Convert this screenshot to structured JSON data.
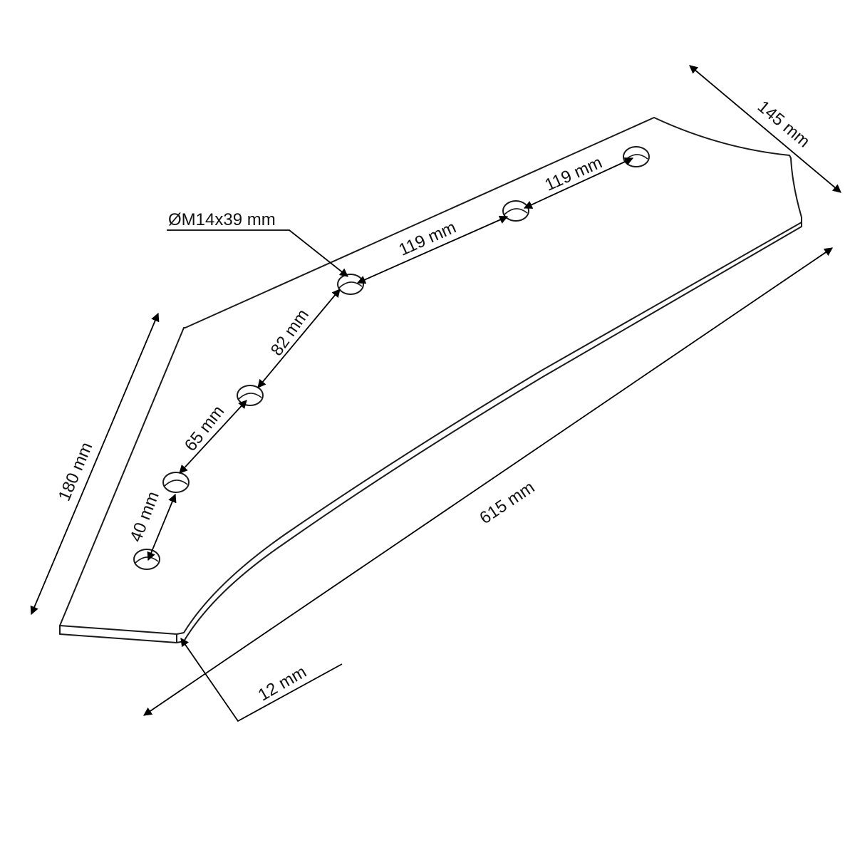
{
  "dimensions": {
    "width_right": "145 mm",
    "height_left": "180 mm",
    "length": "615 mm",
    "thickness": "12 mm",
    "hole_spacing_a": "40 mm",
    "hole_spacing_b": "65 mm",
    "hole_spacing_c": "82 mm",
    "hole_spacing_d": "119 mm",
    "hole_spacing_e": "119 mm",
    "hole_spec": "ØM14x39 mm"
  },
  "colors": {
    "stroke": "#1a1a1a",
    "background": "#ffffff"
  }
}
